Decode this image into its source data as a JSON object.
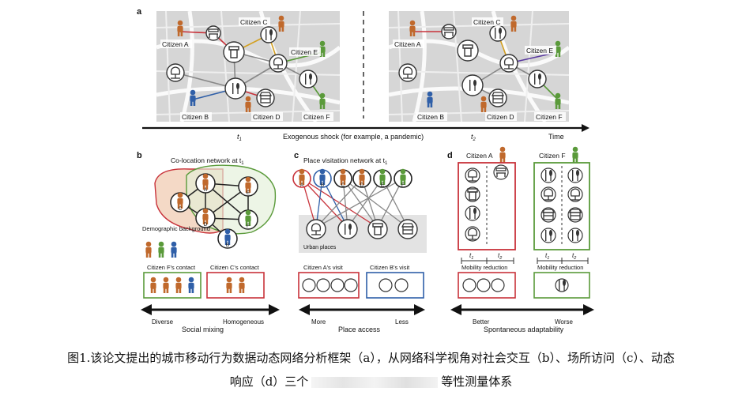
{
  "panel_a": {
    "label": "a",
    "t1": "t",
    "t1_sub": "1",
    "t2": "t",
    "t2_sub": "2",
    "shock_label": "Exogenous shock (for example, a pandemic)",
    "time_label": "Time",
    "citizens": {
      "a": "Citizen A",
      "b": "Citizen B",
      "c": "Citizen C",
      "d": "Citizen D",
      "e": "Citizen E",
      "f": "Citizen F"
    }
  },
  "panel_b": {
    "label": "b",
    "title": "Co-location network at t",
    "title_sub": "1",
    "nodes": [
      "A",
      "B",
      "C",
      "D",
      "E",
      "F"
    ],
    "legend": "Demographic background",
    "contact_f": "Citizen F's contact",
    "contact_c": "Citizen C's contact",
    "axis_left": "Diverse",
    "axis_right": "Homogeneous",
    "axis_title": "Social mixing"
  },
  "panel_c": {
    "label": "c",
    "title": "Place visitation network at t",
    "title_sub": "1",
    "nodes": [
      "A",
      "B",
      "C",
      "D",
      "E",
      "F"
    ],
    "urban_places": "Urban places",
    "visit_a": "Citizen A's visit",
    "visit_b": "Citizen B's visit",
    "axis_left": "More",
    "axis_right": "Less",
    "axis_title": "Place access"
  },
  "panel_d": {
    "label": "d",
    "citizen_a": "Citizen A",
    "citizen_f": "Citizen F",
    "t1": "t",
    "t1_sub": "1",
    "t2": "t",
    "t2_sub": "2",
    "mobility_a": "Mobility reduction",
    "mobility_f": "Mobility reduction",
    "axis_left": "Better",
    "axis_right": "Worse",
    "axis_title": "Spontaneous adaptability"
  },
  "caption": {
    "line1": "图1.该论文提出的城市移动行为数据动态网络分析框架（a），从网络科学视角对社会交互（b）、场所访问（c）、动态",
    "line2_start": "响应（d）三个",
    "line2_end": "等性测量体系"
  },
  "colors": {
    "citizen_a": "#c0692c",
    "citizen_b": "#2f5fa8",
    "citizen_c": "#c0692c",
    "citizen_d": "#c0692c",
    "citizen_e": "#5a9a3a",
    "citizen_f": "#5a9a3a",
    "red_frame": "#c8323a",
    "blue_frame": "#2f5fa8",
    "green_frame": "#5a9a3a"
  }
}
